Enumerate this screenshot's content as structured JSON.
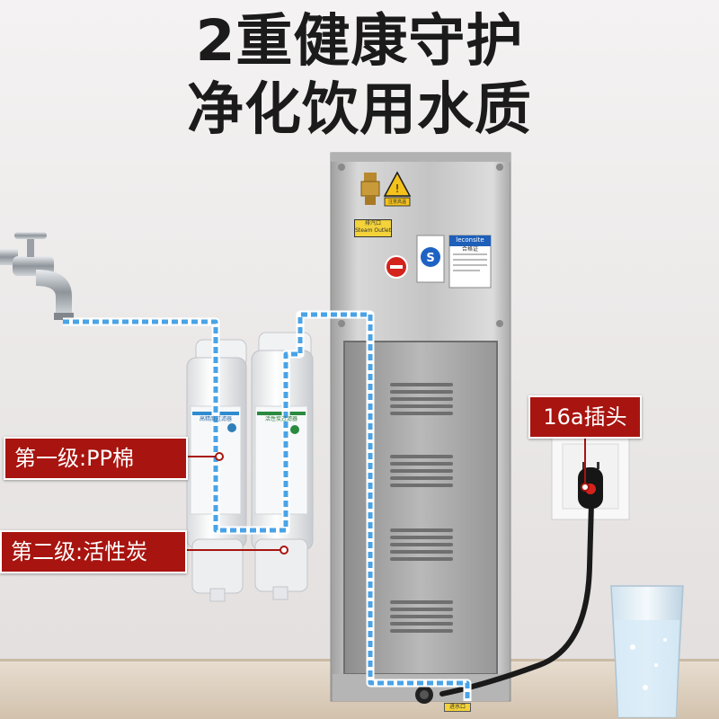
{
  "headline": {
    "line1": "2重健康守护",
    "line2": "净化饮用水质"
  },
  "callouts": {
    "stage1": "第一级:PP棉",
    "stage2": "第二级:活性炭",
    "plug": "16a插头"
  },
  "unit_labels": {
    "steam_outlet_cn": "排汽口",
    "steam_outlet_en": "Steam Outlet",
    "brand": "leconsite",
    "certificate": "合格证",
    "hot_warning": "注意高温",
    "water_inlet": "进水口"
  },
  "filter_labels": {
    "filter1": "高精度过滤器",
    "filter2": "活性炭过滤器"
  },
  "colors": {
    "callout_bg": "#a8140f",
    "water_line": "#4aa3e6",
    "cabinet_steel": "#c9c9c9",
    "headline_text": "#1b1b1b"
  }
}
